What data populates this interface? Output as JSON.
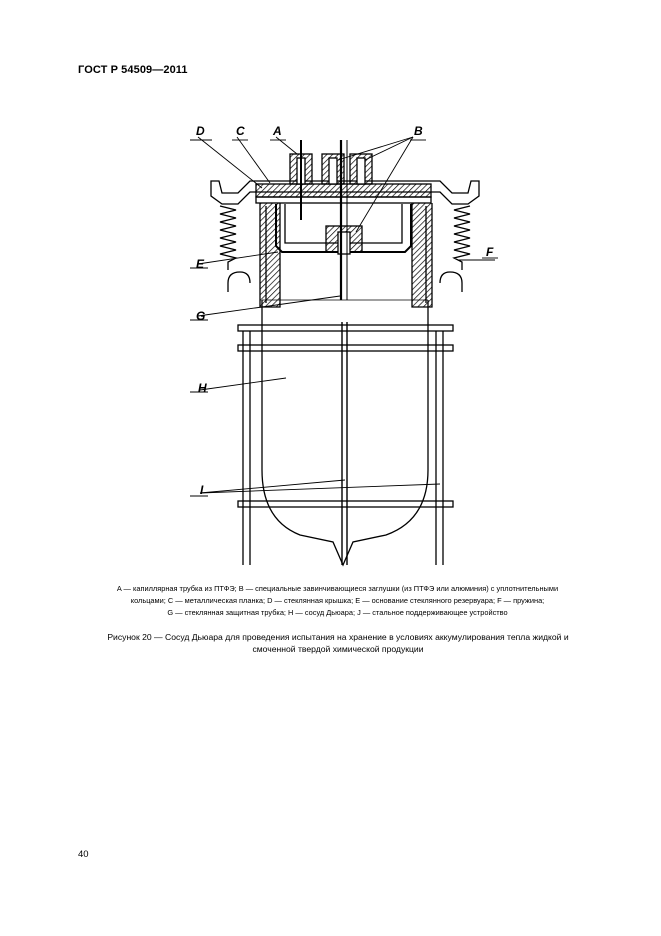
{
  "document": {
    "header": "ГОСТ Р 54509—2011",
    "page_number": "40",
    "figure_labels": {
      "A": "A",
      "B": "B",
      "C": "C",
      "D": "D",
      "E": "E",
      "F": "F",
      "G": "G",
      "H": "H",
      "I": "I"
    },
    "legend": {
      "line1": "A — капиллярная трубка из ПТФЭ; B — специальные завинчивающиеся заглушки (из ПТФЭ или алюминия) с уплотнительными",
      "line2": "кольцами; C — металлическая планка; D — стеклянная крышка; E — основание стеклянного резервуара; F — пружина;",
      "line3": "G — стеклянная защитная трубка; H — сосуд Дьюара; J — стальное поддерживающее устройство"
    },
    "caption": {
      "line1": "Рисунок 20 — Сосуд Дьюара для проведения испытания на хранение в условиях аккумулирования тепла жидкой и",
      "line2": "смоченной твердой химической продукции"
    }
  }
}
